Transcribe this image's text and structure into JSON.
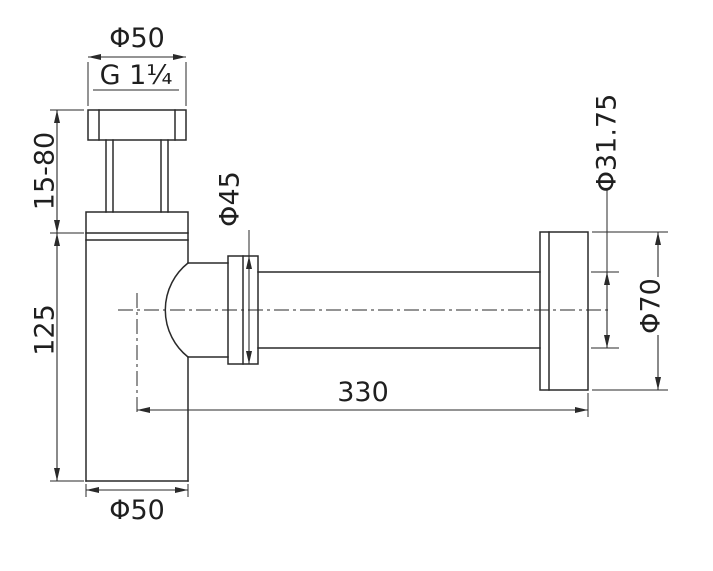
{
  "labels": {
    "top_flange_diameter": "Φ50",
    "thread_size": "G 1¼",
    "tail_height_range": "15-80",
    "body_height": "125",
    "body_diameter": "Φ50",
    "nut_diameter": "Φ45",
    "tube_length": "330",
    "wall_tube_diameter": "Φ31.75",
    "wall_flange_diameter": "Φ70"
  },
  "colors": {
    "line": "#2a2a2a",
    "text": "#1f1f1f",
    "background": "#ffffff"
  }
}
